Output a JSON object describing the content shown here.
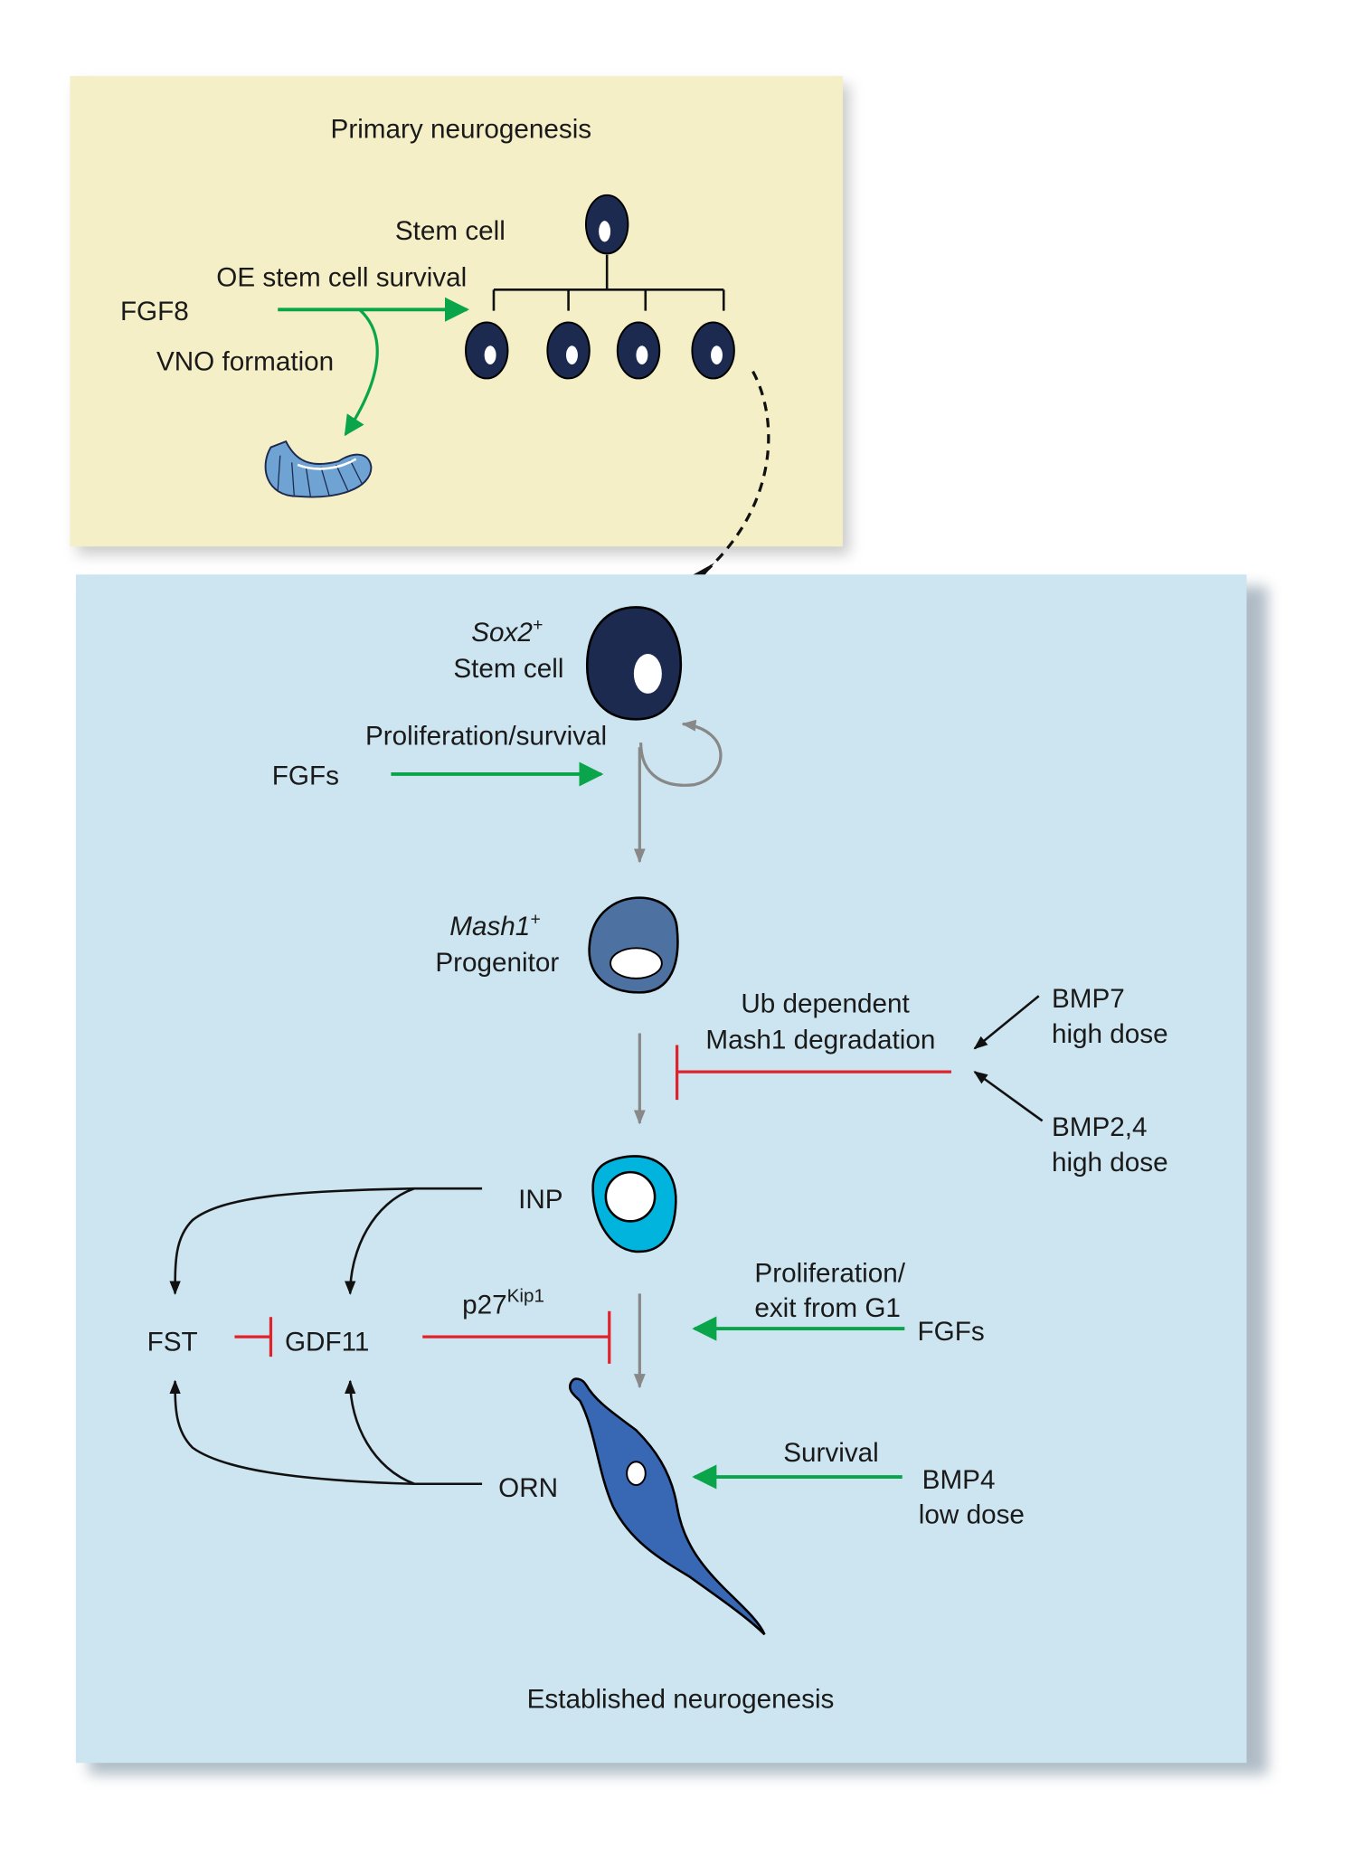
{
  "colors": {
    "primary_panel": "#f4efc6",
    "established_panel": "#cce5f0",
    "stem_cell": "#1b2a4e",
    "progenitor": "#4d71a0",
    "inp": "#00b4dd",
    "orn": "#3868b4",
    "activation_arrow": "#0aa54a",
    "inhibition": "#e0222a",
    "lineage_arrow": "#888888"
  },
  "primary": {
    "title": "Primary neurogenesis",
    "stem_cell_label": "Stem cell",
    "oe_survival_label": "OE stem cell survival",
    "fgf8_label": "FGF8",
    "vno_label": "VNO formation"
  },
  "established": {
    "title": "Established neurogenesis",
    "sox2_label": "Sox2",
    "sox2_sup": "+",
    "stem_cell_label": "Stem cell",
    "prolif_survival_label": "Proliferation/survival",
    "fgfs_label_top": "FGFs",
    "mash1_label": "Mash1",
    "mash1_sup": "+",
    "progenitor_label": "Progenitor",
    "ub_line1": "Ub dependent",
    "ub_line2": "Mash1 degradation",
    "bmp7_line1": "BMP7",
    "bmp7_line2": "high dose",
    "bmp24_line1": "BMP2,4",
    "bmp24_line2": "high dose",
    "inp_label": "INP",
    "fst_label": "FST",
    "gdf11_label": "GDF11",
    "p27_label": "p27",
    "p27_sup": "Kip1",
    "prolif_line1": "Proliferation/",
    "prolif_line2": "exit from G1",
    "fgfs_label_bottom": "FGFs",
    "orn_label": "ORN",
    "survival_label": "Survival",
    "bmp4_line1": "BMP4",
    "bmp4_line2": "low dose"
  }
}
